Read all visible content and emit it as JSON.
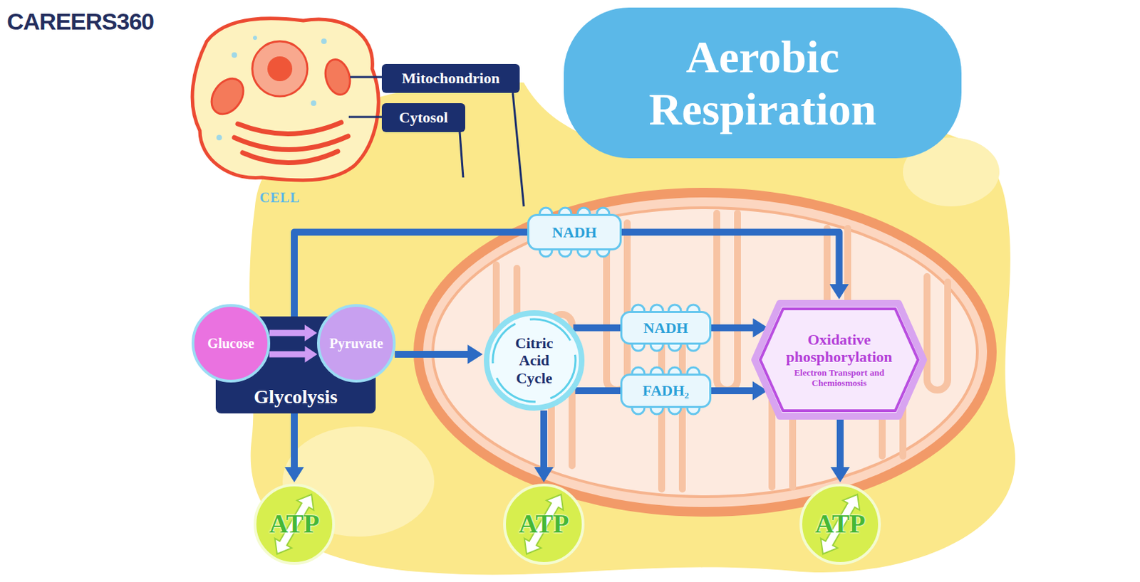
{
  "diagram": {
    "title": "Aerobic Respiration",
    "nodes": [
      {
        "text": [
          "Mitochondrion"
        ]
      },
      {
        "text": [
          "Cytosol"
        ]
      },
      {
        "text": [
          "NADH"
        ]
      },
      {
        "text": [
          "Glycolysis"
        ]
      },
      {
        "text": [
          "Glucose"
        ],
        "in": 3
      },
      {
        "text": [
          "Pyruvate"
        ],
        "in": 3
      },
      {
        "text": [
          "Citric Acid Cycle"
        ]
      },
      {
        "text": [
          "NADH"
        ]
      },
      {
        "text": [
          "FADH₂"
        ]
      },
      {
        "text": [
          "Oxidative phosphorylation",
          "Electron Transport and Chemiosmosis"
        ]
      },
      {
        "text": [
          "ATP"
        ]
      },
      {
        "text": [
          "ATP"
        ]
      },
      {
        "text": [
          "ATP"
        ]
      }
    ],
    "edges": [
      {
        "from": 4,
        "to": 5,
        "arrow": "to"
      },
      {
        "from": 4,
        "to": 5,
        "arrow": "to"
      },
      {
        "from": 5,
        "to": 6,
        "arrow": "to"
      },
      {
        "from": 3,
        "to": 2,
        "arrow": "none"
      },
      {
        "from": 2,
        "to": 9,
        "arrow": "to"
      },
      {
        "from": 6,
        "to": 7,
        "arrow": "none"
      },
      {
        "from": 7,
        "to": 9,
        "arrow": "to"
      },
      {
        "from": 6,
        "to": 8,
        "arrow": "none"
      },
      {
        "from": 8,
        "to": 9,
        "arrow": "to"
      },
      {
        "from": 3,
        "to": 10,
        "arrow": "to"
      },
      {
        "from": 6,
        "to": 11,
        "arrow": "to"
      },
      {
        "from": 9,
        "to": 12,
        "arrow": "to"
      }
    ],
    "labels": [
      "CAREERS360",
      "CELL"
    ]
  }
}
